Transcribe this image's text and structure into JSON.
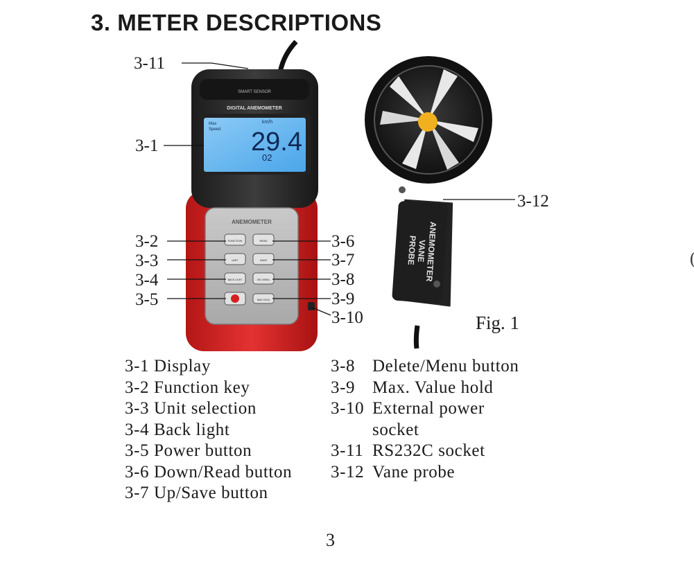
{
  "section_title": "3. METER DESCRIPTIONS",
  "callouts": {
    "c3_1": "3-1",
    "c3_2": "3-2",
    "c3_3": "3-3",
    "c3_4": "3-4",
    "c3_5": "3-5",
    "c3_6": "3-6",
    "c3_7": "3-7",
    "c3_8": "3-8",
    "c3_9": "3-9",
    "c3_10": "3-10",
    "c3_11": "3-11",
    "c3_12": "3-12"
  },
  "device": {
    "top_brand": "SMART SENSOR",
    "top_label": "DIGITAL ANEMOMETER",
    "panel_label": "ANEMOMETER",
    "display": {
      "reading": "29.4",
      "sub_reading": "02",
      "unit": "km/h",
      "mode_line1": "Max",
      "mode_line2": "Speed"
    },
    "buttons": {
      "function": "FUNCTION",
      "unit": "UNIT",
      "back_light": "BACK LIGHT",
      "down": "READ",
      "up": "SAVE",
      "delete": "DEL MENU",
      "max_hold": "MAX HOLD"
    }
  },
  "probe": {
    "label_line1": "ANEMOMETER",
    "label_line2": "VANE",
    "label_line3": "PROBE"
  },
  "figure_caption": "Fig. 1",
  "descriptions_left": [
    {
      "num": "3-1",
      "text": "Display"
    },
    {
      "num": "3-2",
      "text": "Function key"
    },
    {
      "num": "3-3",
      "text": "Unit selection"
    },
    {
      "num": "3-4",
      "text": "Back light"
    },
    {
      "num": "3-5",
      "text": "Power button"
    },
    {
      "num": "3-6",
      "text": "Down/Read button"
    },
    {
      "num": "3-7",
      "text": "Up/Save button"
    }
  ],
  "descriptions_right": [
    {
      "num": "3-8",
      "text": "Delete/Menu button"
    },
    {
      "num": "3-9",
      "text": "Max. Value hold"
    },
    {
      "num": "3-10",
      "text": "External power"
    },
    {
      "num": "",
      "text": "socket"
    },
    {
      "num": "3-11",
      "text": "RS232C socket"
    },
    {
      "num": "3-12",
      "text": "Vane probe"
    }
  ],
  "page_number": "3",
  "edge_glyph": "("
}
